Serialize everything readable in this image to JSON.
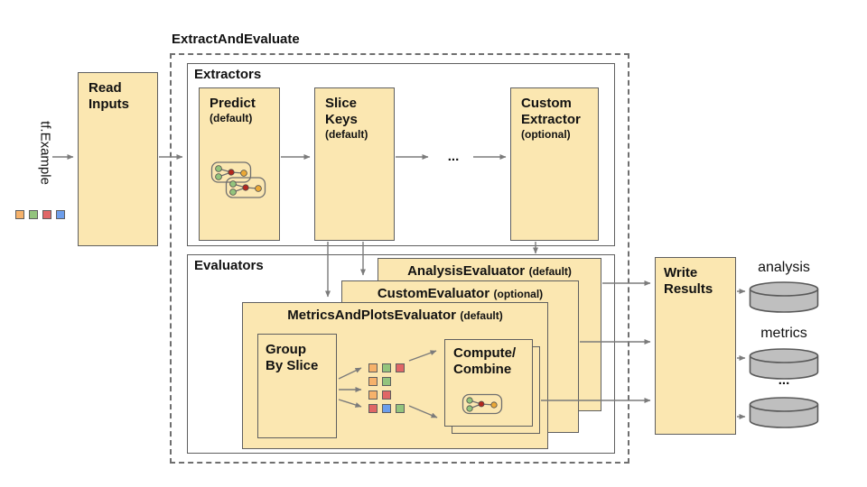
{
  "diagram": {
    "title": "ExtractAndEvaluate",
    "input": {
      "label": "tf.Example",
      "squares": [
        "orange",
        "green",
        "red",
        "blue"
      ]
    },
    "read_inputs": {
      "lines": [
        "Read",
        "Inputs"
      ]
    },
    "extractors": {
      "label": "Extractors",
      "predict": {
        "lines": [
          "Predict"
        ],
        "subtitle": "(default)"
      },
      "slice_keys": {
        "lines": [
          "Slice",
          "Keys"
        ],
        "subtitle": "(default)"
      },
      "ellipsis": "...",
      "custom_extractor": {
        "lines": [
          "Custom",
          "Extractor"
        ],
        "subtitle": "(optional)"
      }
    },
    "evaluators": {
      "label": "Evaluators",
      "analysis_evaluator": {
        "title": "AnalysisEvaluator",
        "subtitle": "(default)"
      },
      "custom_evaluator": {
        "title": "CustomEvaluator",
        "subtitle": "(optional)"
      },
      "metrics_and_plots_evaluator": {
        "title": "MetricsAndPlotsEvaluator",
        "subtitle": "(default)"
      },
      "group_by_slice": {
        "lines": [
          "Group",
          "By Slice"
        ]
      },
      "compute_combine": {
        "lines": [
          "Compute/",
          "Combine"
        ]
      },
      "slice_rows": [
        [
          "orange",
          "green",
          "red"
        ],
        [
          "orange",
          "green"
        ],
        [
          "orange",
          "red"
        ],
        [
          "red",
          "blue",
          "green"
        ]
      ]
    },
    "write_results": {
      "lines": [
        "Write",
        "Results"
      ]
    },
    "outputs": {
      "analysis_label": "analysis",
      "metrics_label": "metrics",
      "ellipsis": "..."
    }
  },
  "colors": {
    "box_fill": "#FBE7B1",
    "orange": "#F6B26B",
    "green": "#93C47D",
    "red": "#E06666",
    "blue": "#6D9EEB",
    "arrow": "#7b7b7b",
    "cylinder_fill": "#BFBFBF",
    "cylinder_stroke": "#595959"
  }
}
